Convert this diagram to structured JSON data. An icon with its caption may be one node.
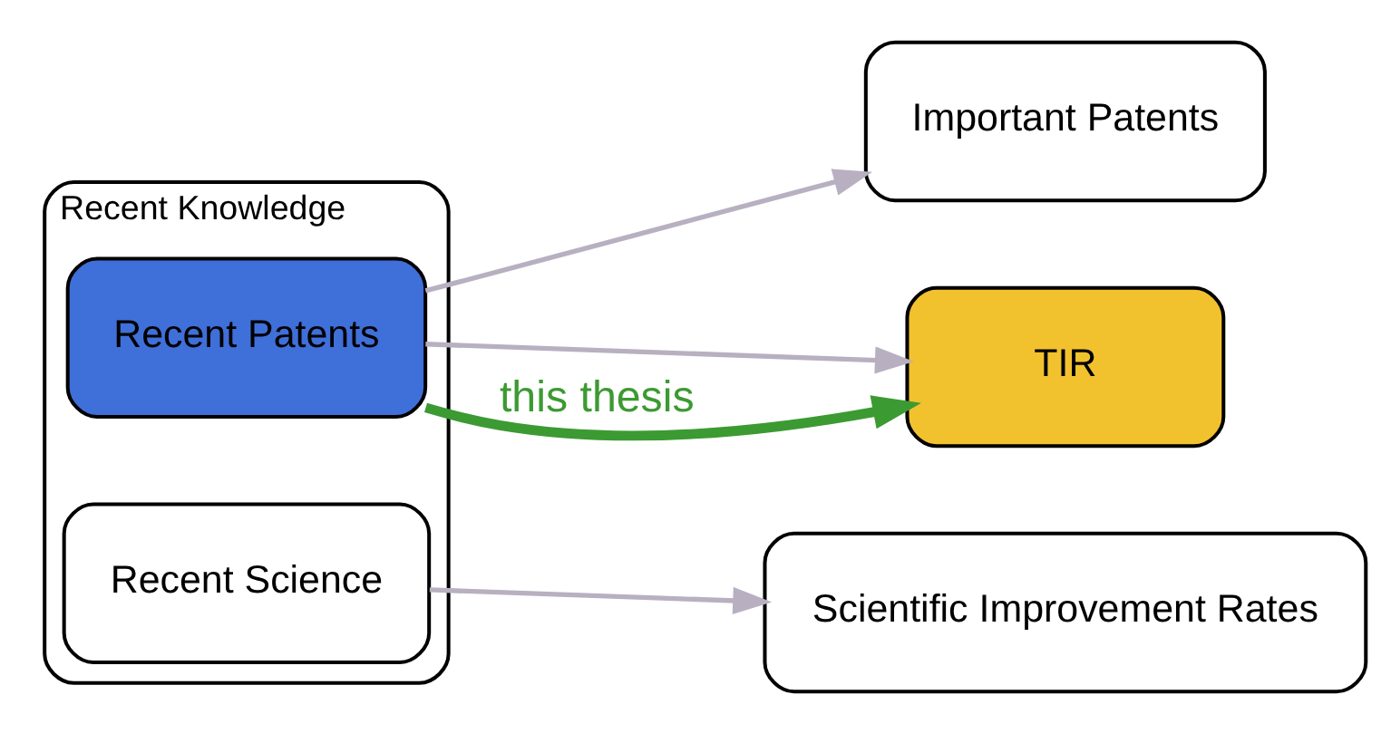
{
  "diagram": {
    "nodes": [
      {
        "text": [
          "Recent Knowledge"
        ]
      },
      {
        "text": [
          "Recent Patents"
        ],
        "in": 0
      },
      {
        "text": [
          "Recent Science"
        ],
        "in": 0
      },
      {
        "text": [
          "Important Patents"
        ]
      },
      {
        "text": [
          "TIR"
        ]
      },
      {
        "text": [
          "Scientific Improvement Rates"
        ]
      }
    ],
    "edges": [
      {
        "from": 1,
        "to": 4,
        "arrow": "to"
      },
      {
        "from": 1,
        "to": 4,
        "arrow": "to",
        "label": "this thesis",
        "style": "thick",
        "color": "#3c9a32"
      },
      {
        "from": 1,
        "to": 3,
        "arrow": "to"
      },
      {
        "from": 2,
        "to": 5,
        "arrow": "to"
      }
    ]
  }
}
